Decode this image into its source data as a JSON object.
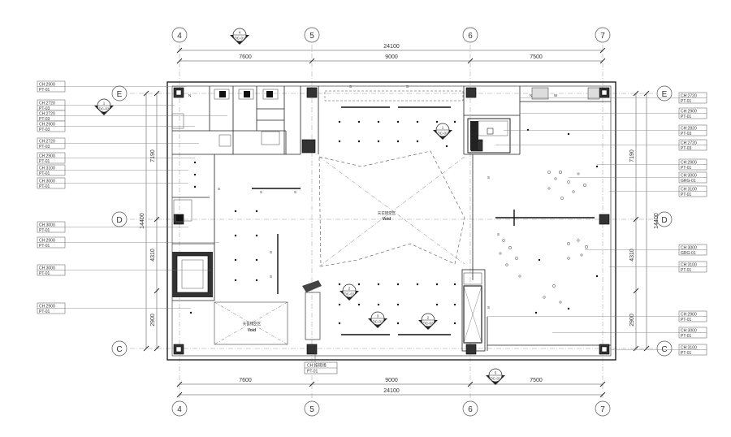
{
  "grid": {
    "columns": [
      "4",
      "5",
      "6",
      "7"
    ],
    "rows": [
      "E",
      "D",
      "C"
    ]
  },
  "dimensions": {
    "overall_width": "24100",
    "bays": [
      "7600",
      "9000",
      "7500"
    ],
    "overall_height": "14400",
    "side_bays": [
      "7190",
      "4310",
      "2900"
    ]
  },
  "left_tags": [
    {
      "ch": "CH:2900",
      "pt": "PT-01"
    },
    {
      "ch": "CH:2720",
      "pt": "PT-03"
    },
    {
      "ch": "CH:2720",
      "pt": "PT-03"
    },
    {
      "ch": "CH:2900",
      "pt": "PT-03"
    },
    {
      "ch": "CH:2720",
      "pt": "PT-03"
    },
    {
      "ch": "CH:2900",
      "pt": "PT-01"
    },
    {
      "ch": "CH:3100",
      "pt": "PT-01"
    },
    {
      "ch": "CH:3000",
      "pt": "PT-01"
    },
    {
      "ch": "CH:3000",
      "pt": "PT-01"
    },
    {
      "ch": "CH:2900",
      "pt": "PT-01"
    },
    {
      "ch": "CH:3000",
      "pt": "PT-01"
    },
    {
      "ch": "CH:2900",
      "pt": "PT-01"
    }
  ],
  "right_tags": [
    {
      "ch": "CH:2720",
      "pt": "PT-01"
    },
    {
      "ch": "CH:2900",
      "pt": "PT-01"
    },
    {
      "ch": "CH:2820",
      "pt": "PT-03"
    },
    {
      "ch": "CH:2720",
      "pt": "PT-03"
    },
    {
      "ch": "CH:2900",
      "pt": "PT-01"
    },
    {
      "ch": "CH:3000",
      "pt": "GRG-01"
    },
    {
      "ch": "CH:3100",
      "pt": "PT-01"
    },
    {
      "ch": "CH:3000",
      "pt": "GRG-01"
    },
    {
      "ch": "CH:3100",
      "pt": "PT-01"
    },
    {
      "ch": "CH:2900",
      "pt": "PT-01"
    },
    {
      "ch": "CH:3000",
      "pt": "PT-01"
    },
    {
      "ch": "CH:3100",
      "pt": "PT-01"
    }
  ],
  "bottom_tag": {
    "ch": "CH:按现场",
    "pt": "PT-01"
  },
  "sections": [
    {
      "num": "4",
      "ref": "DC-01"
    },
    {
      "num": "1",
      "ref": "DC-02"
    },
    {
      "num": "1",
      "ref": "DC-02"
    },
    {
      "num": "2",
      "ref": "DC-01"
    },
    {
      "num": "3",
      "ref": "DC-02"
    },
    {
      "num": "2",
      "ref": "DC-02"
    },
    {
      "num": "5",
      "ref": "DC-01"
    }
  ],
  "voids": {
    "main_cn": "天花镂空区",
    "main_en": "Void",
    "small_cn": "天花镂空区",
    "small_en": "Void"
  },
  "room_marks": [
    "N",
    "N",
    "W"
  ],
  "speaker_mark": "S"
}
